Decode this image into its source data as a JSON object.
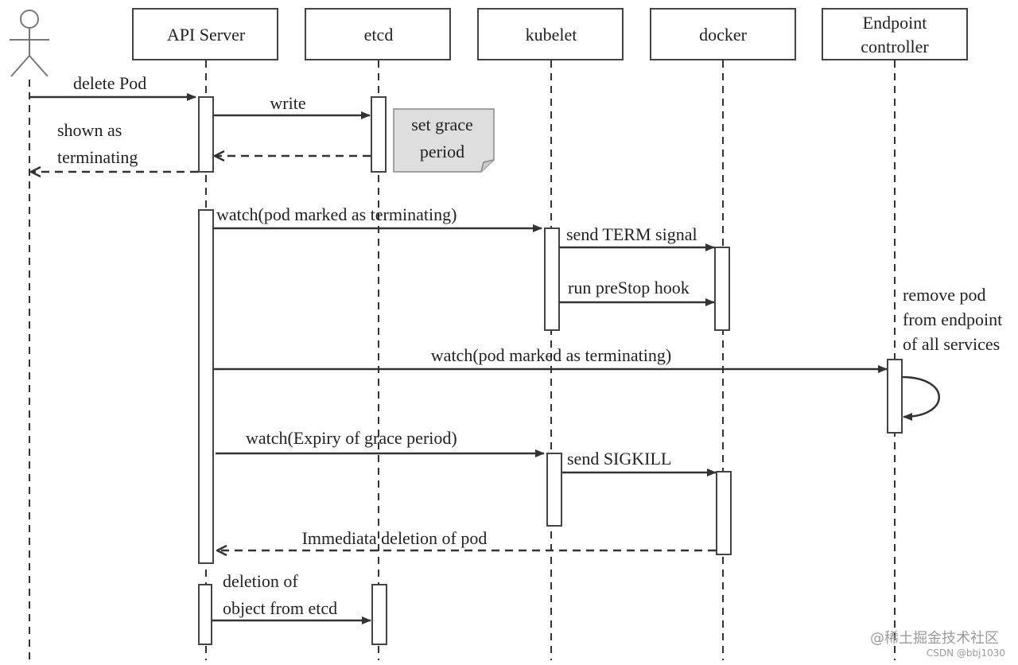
{
  "participants": {
    "api_server": "API Server",
    "etcd": "etcd",
    "kubelet": "kubelet",
    "docker": "docker",
    "endpoint_line1": "Endpoint",
    "endpoint_line2": "controller"
  },
  "messages": {
    "delete_pod": "delete Pod",
    "write": "write",
    "shown_as_line1": "shown as",
    "shown_as_line2": "terminating",
    "watch_terminating_kubelet": "watch(pod marked as terminating)",
    "send_term": "send TERM signal",
    "run_prestop": "run preStop hook",
    "watch_terminating_endpoint": "watch(pod marked as terminating)",
    "remove_line1": "remove pod",
    "remove_line2": "from endpoint",
    "remove_line3": "of all services",
    "watch_expiry": "watch(Expiry of grace period)",
    "send_sigkill": "send SIGKILL",
    "immediate_deletion": "Immediata deletion of pod",
    "deletion_line1": "deletion of",
    "deletion_line2": "object from etcd"
  },
  "note": {
    "line1": "set grace",
    "line2": "period"
  },
  "watermark": {
    "line1": "@稀土掘金技术社区",
    "line2": "CSDN @bbj1030"
  }
}
